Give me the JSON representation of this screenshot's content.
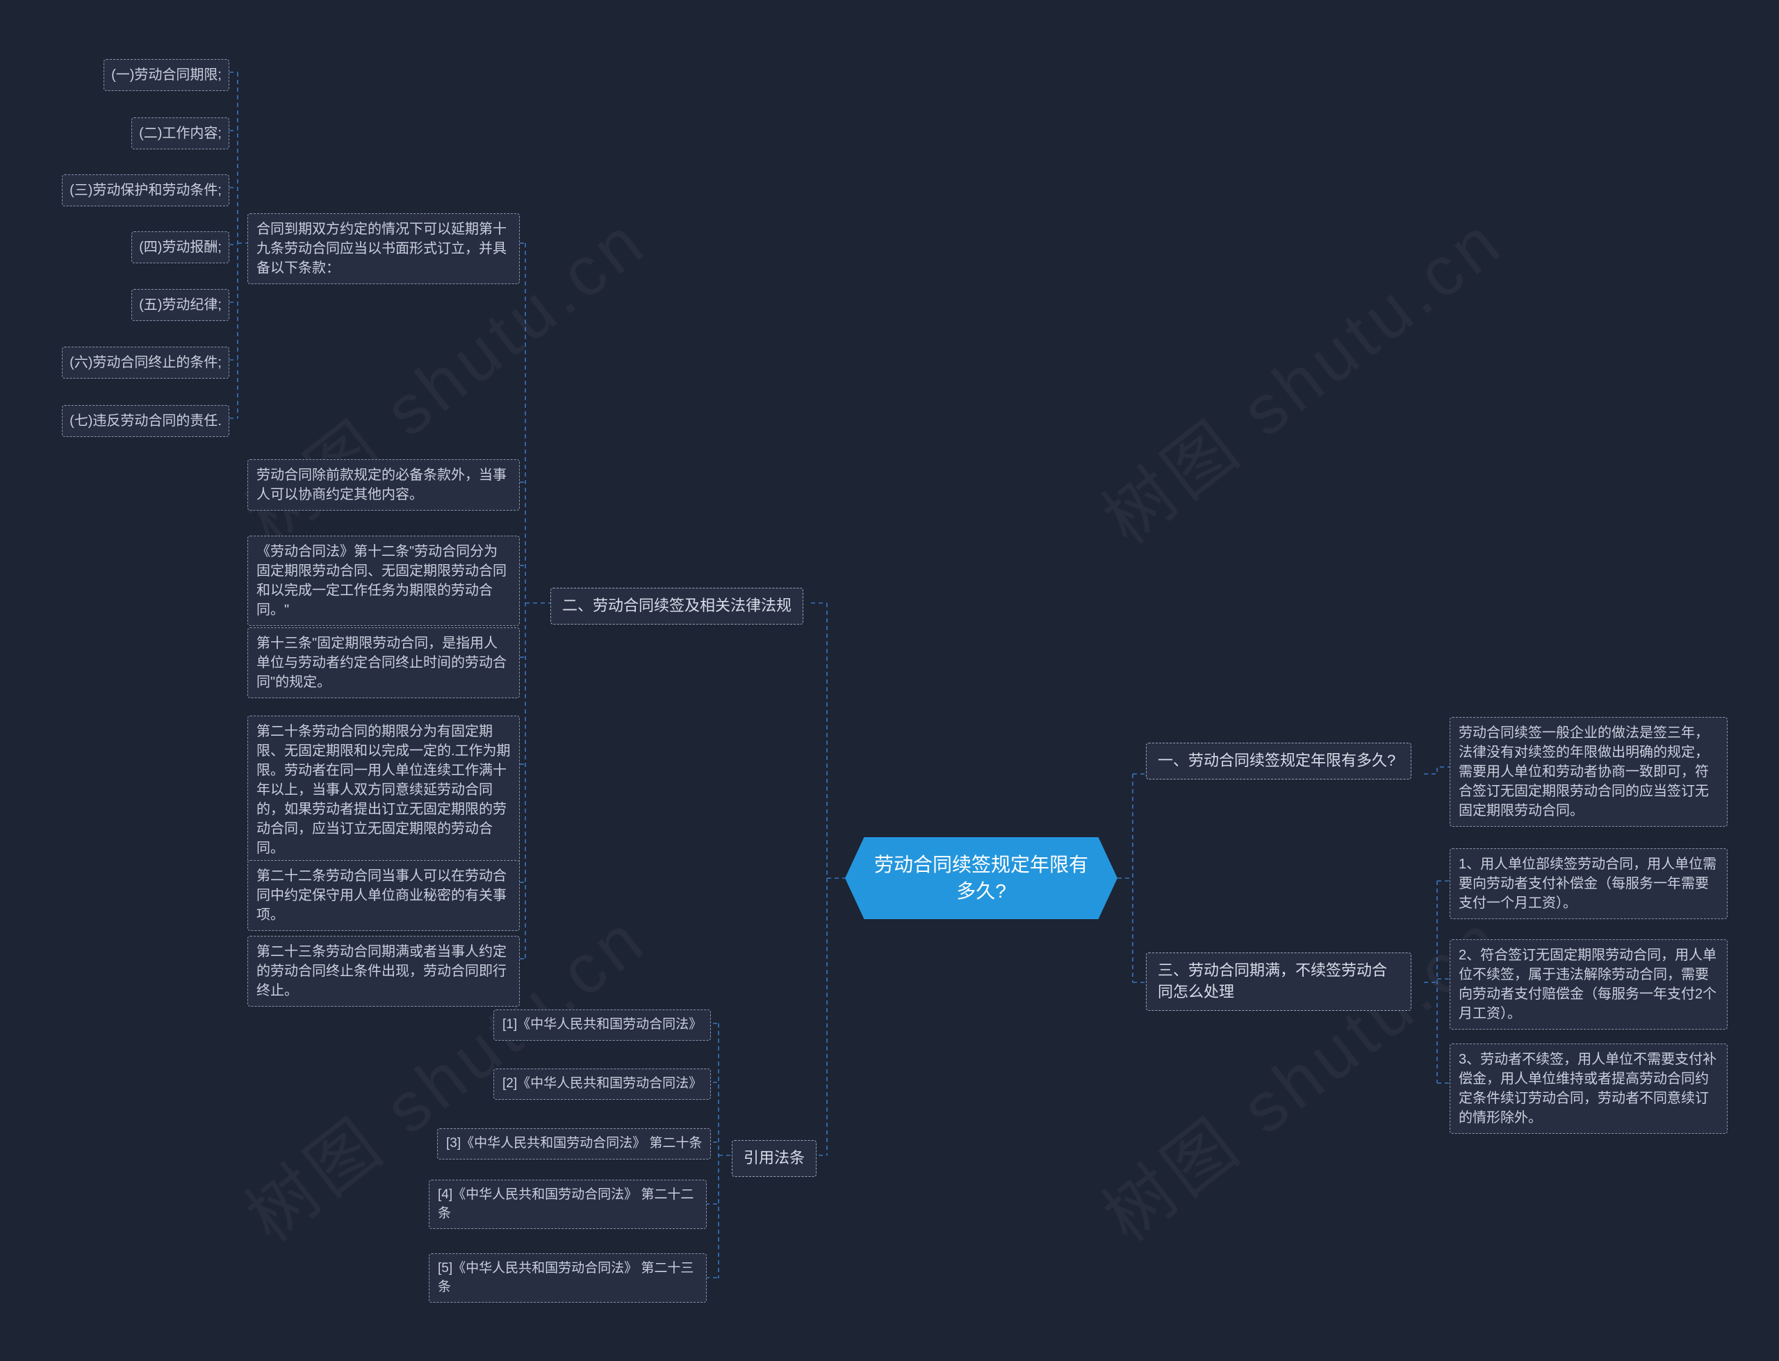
{
  "colors": {
    "background": "#1d2433",
    "node_fill": "#272e42",
    "node_border": "#8793ab",
    "connector": "#3b7fd0",
    "center_fill": "#2496dd",
    "text": "#c9cfdc"
  },
  "watermark": {
    "text": "树图 shutu.cn"
  },
  "center": {
    "title": "劳动合同续签规定年限有多久?"
  },
  "left": {
    "section_title": "二、劳动合同续签及相关法律法规",
    "items": [
      "(一)劳动合同期限;",
      "(二)工作内容;",
      "(三)劳动保护和劳动条件;",
      "(四)劳动报酬;",
      "(五)劳动纪律;",
      "(六)劳动合同终止的条件;",
      "(七)违反劳动合同的责任."
    ],
    "notes": [
      "合同到期双方约定的情况下可以延期第十九条劳动合同应当以书面形式订立，并具备以下条款：",
      "劳动合同除前款规定的必备条款外，当事人可以协商约定其他内容。",
      "《劳动合同法》第十二条\"劳动合同分为固定期限劳动合同、无固定期限劳动合同和以完成一定工作任务为期限的劳动合同。\"",
      "第十三条\"固定期限劳动合同，是指用人单位与劳动者约定合同终止时间的劳动合同\"的规定。",
      "第二十条劳动合同的期限分为有固定期限、无固定期限和以完成一定的.工作为期限。劳动者在同一用人单位连续工作满十年以上，当事人双方同意续延劳动合同的，如果劳动者提出订立无固定期限的劳动合同，应当订立无固定期限的劳动合同。",
      "第二十二条劳动合同当事人可以在劳动合同中约定保守用人单位商业秘密的有关事项。",
      "第二十三条劳动合同期满或者当事人约定的劳动合同终止条件出现，劳动合同即行终止。"
    ]
  },
  "citations": {
    "section_title": "引用法条",
    "items": [
      "[1]《中华人民共和国劳动合同法》",
      "[2]《中华人民共和国劳动合同法》",
      "[3]《中华人民共和国劳动合同法》 第二十条",
      "[4]《中华人民共和国劳动合同法》 第二十二条",
      "[5]《中华人民共和国劳动合同法》 第二十三条"
    ]
  },
  "right": {
    "q1": {
      "title": "一、劳动合同续签规定年限有多久?",
      "answer": "劳动合同续签一般企业的做法是签三年，法律没有对续签的年限做出明确的规定，需要用人单位和劳动者协商一致即可，符合签订无固定期限劳动合同的应当签订无固定期限劳动合同。"
    },
    "q3": {
      "title": "三、劳动合同期满，不续签劳动合同怎么处理",
      "answers": [
        "1、用人单位部续签劳动合同，用人单位需要向劳动者支付补偿金（每服务一年需要支付一个月工资）。",
        "2、符合签订无固定期限劳动合同，用人单位不续签，属于违法解除劳动合同，需要向劳动者支付赔偿金（每服务一年支付2个月工资）。",
        "3、劳动者不续签，用人单位不需要支付补偿金，用人单位维持或者提高劳动合同约定条件续订劳动合同，劳动者不同意续订的情形除外。"
      ]
    }
  }
}
